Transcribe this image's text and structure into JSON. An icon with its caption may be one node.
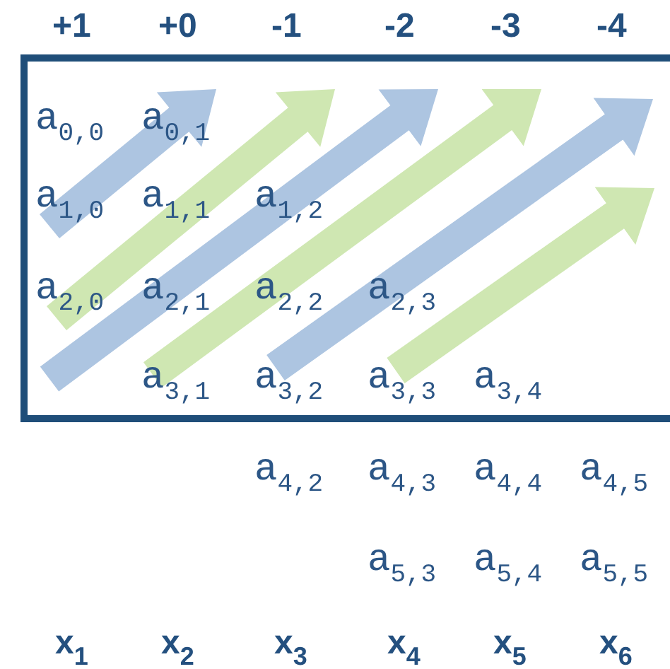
{
  "diagram": {
    "labels": [
      "+1",
      "+0",
      "-1",
      "-2",
      "-3",
      "-4",
      "a$_{0,0}$",
      "a$_{0,1}$",
      "a$_{1,0}$",
      "a$_{1,1}$",
      "a$_{1,2}$",
      "a$_{2,0}$",
      "a$_{2,1}$",
      "a$_{2,2}$",
      "a$_{2,3}$",
      "a$_{3,1}$",
      "a$_{3,2}$",
      "a$_{3,3}$",
      "a$_{3,4}$",
      "a$_{4,2}$",
      "a$_{4,3}$",
      "a$_{4,4}$",
      "a$_{4,5}$",
      "a$_{5,3}$",
      "a$_{5,4}$",
      "a$_{5,5}$",
      "x$_{1}$",
      "x$_{2}$",
      "x$_{3}$",
      "x$_{4}$",
      "x$_{5}$",
      "x$_{6}$"
    ]
  }
}
